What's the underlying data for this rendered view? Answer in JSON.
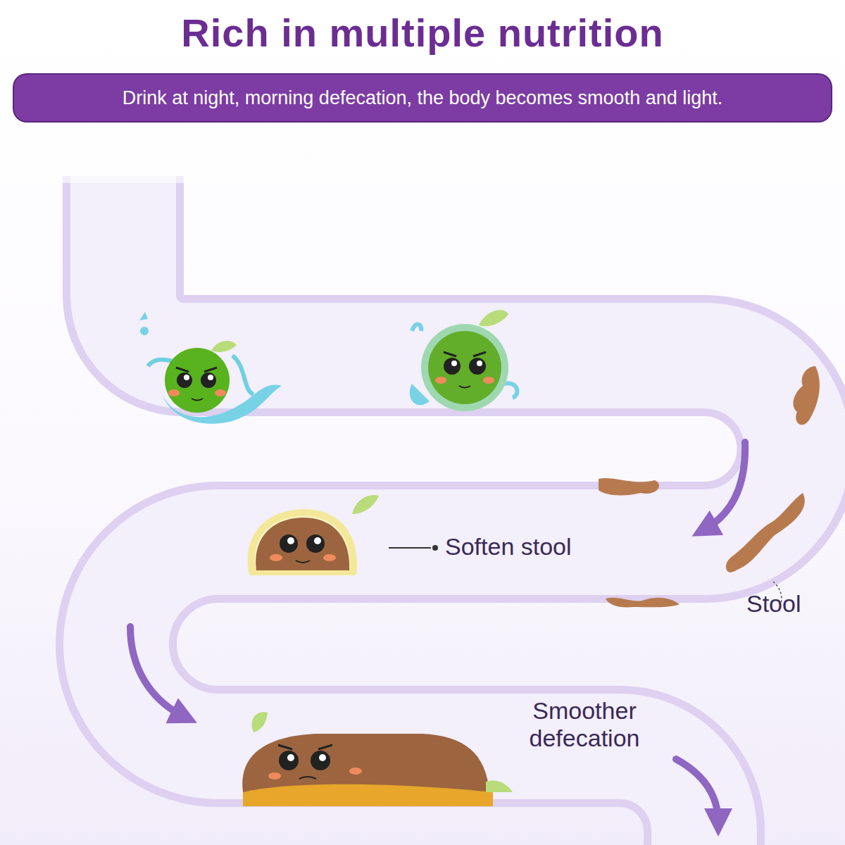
{
  "diagram": {
    "title": "Rich in multiple nutrition",
    "nodes": [
      {
        "text": [
          "Drink at night, morning defecation, the body becomes smooth and light."
        ]
      }
    ],
    "labels": [
      "Soften stool",
      "Stool",
      "Smoother defecation"
    ]
  }
}
